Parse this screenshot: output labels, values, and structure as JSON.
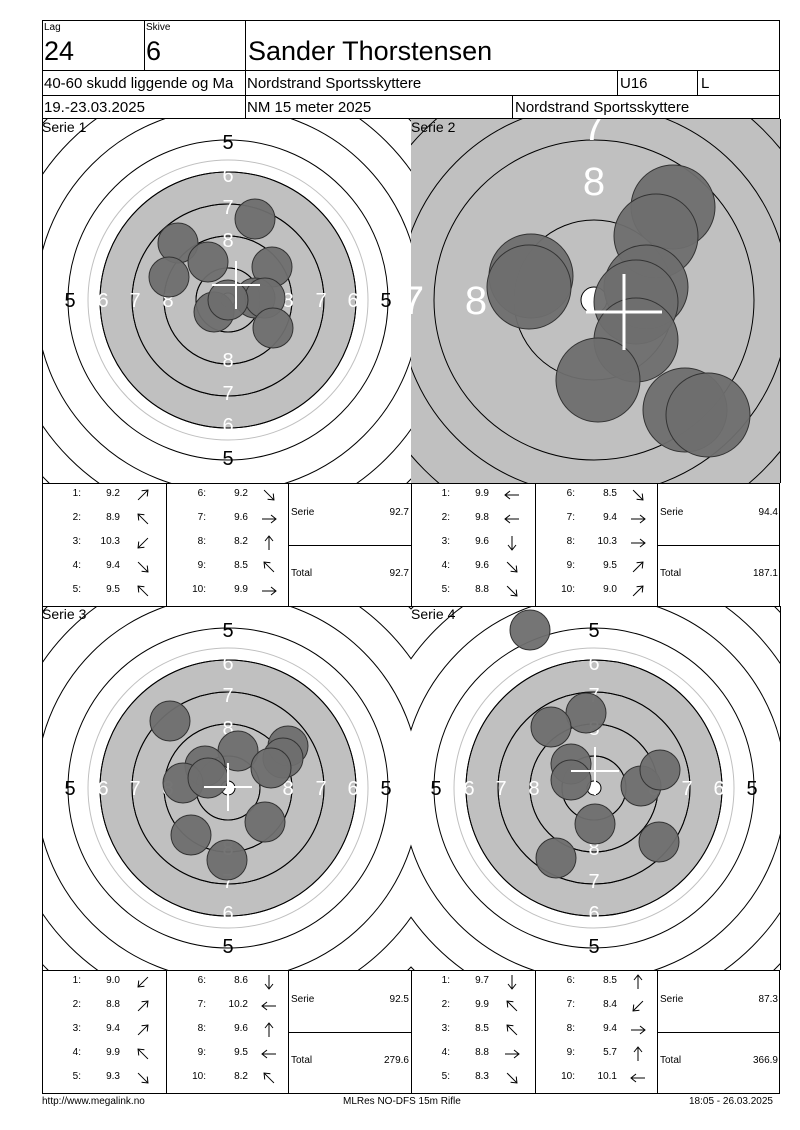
{
  "header": {
    "lag_label": "Lag",
    "lag_value": "24",
    "skive_label": "Skive",
    "skive_value": "6",
    "name": "Sander Thorstensen",
    "event": "40-60 skudd liggende og Ma",
    "club1": "Nordstrand Sportsskyttere",
    "class": "U16",
    "side": "L",
    "dates": "19.-23.03.2025",
    "competition": "NM 15 meter 2025",
    "club2": "Nordstrand Sportsskyttere"
  },
  "series": [
    {
      "label": "Serie 1",
      "zoom": "normal",
      "shots": [
        {
          "n": "1:",
          "v": "9.2",
          "dir": "NE"
        },
        {
          "n": "2:",
          "v": "8.9",
          "dir": "NW"
        },
        {
          "n": "3:",
          "v": "10.3",
          "dir": "SW"
        },
        {
          "n": "4:",
          "v": "9.4",
          "dir": "SE"
        },
        {
          "n": "5:",
          "v": "9.5",
          "dir": "NW"
        },
        {
          "n": "6:",
          "v": "9.2",
          "dir": "SE"
        },
        {
          "n": "7:",
          "v": "9.6",
          "dir": "E"
        },
        {
          "n": "8:",
          "v": "8.2",
          "dir": "N"
        },
        {
          "n": "9:",
          "v": "8.5",
          "dir": "NW"
        },
        {
          "n": "10:",
          "v": "9.9",
          "dir": "E"
        }
      ],
      "serie_label": "Serie",
      "serie_value": "92.7",
      "total_label": "Total",
      "total_value": "92.7"
    },
    {
      "label": "Serie 2",
      "zoom": "zoomed",
      "shots": [
        {
          "n": "1:",
          "v": "9.9",
          "dir": "W"
        },
        {
          "n": "2:",
          "v": "9.8",
          "dir": "W"
        },
        {
          "n": "3:",
          "v": "9.6",
          "dir": "S"
        },
        {
          "n": "4:",
          "v": "9.6",
          "dir": "SE"
        },
        {
          "n": "5:",
          "v": "8.8",
          "dir": "SE"
        },
        {
          "n": "6:",
          "v": "8.5",
          "dir": "SE"
        },
        {
          "n": "7:",
          "v": "9.4",
          "dir": "E"
        },
        {
          "n": "8:",
          "v": "10.3",
          "dir": "E"
        },
        {
          "n": "9:",
          "v": "9.5",
          "dir": "NE"
        },
        {
          "n": "10:",
          "v": "9.0",
          "dir": "NE"
        }
      ],
      "serie_label": "Serie",
      "serie_value": "94.4",
      "total_label": "Total",
      "total_value": "187.1"
    },
    {
      "label": "Serie 3",
      "zoom": "normal",
      "shots": [
        {
          "n": "1:",
          "v": "9.0",
          "dir": "SW"
        },
        {
          "n": "2:",
          "v": "8.8",
          "dir": "NE"
        },
        {
          "n": "3:",
          "v": "9.4",
          "dir": "NE"
        },
        {
          "n": "4:",
          "v": "9.9",
          "dir": "NW"
        },
        {
          "n": "5:",
          "v": "9.3",
          "dir": "SE"
        },
        {
          "n": "6:",
          "v": "8.6",
          "dir": "S"
        },
        {
          "n": "7:",
          "v": "10.2",
          "dir": "W"
        },
        {
          "n": "8:",
          "v": "9.6",
          "dir": "N"
        },
        {
          "n": "9:",
          "v": "9.5",
          "dir": "W"
        },
        {
          "n": "10:",
          "v": "8.2",
          "dir": "NW"
        }
      ],
      "serie_label": "Serie",
      "serie_value": "92.5",
      "total_label": "Total",
      "total_value": "279.6"
    },
    {
      "label": "Serie 4",
      "zoom": "normal",
      "shots": [
        {
          "n": "1:",
          "v": "9.7",
          "dir": "S"
        },
        {
          "n": "2:",
          "v": "9.9",
          "dir": "NW"
        },
        {
          "n": "3:",
          "v": "8.5",
          "dir": "NW"
        },
        {
          "n": "4:",
          "v": "8.8",
          "dir": "E"
        },
        {
          "n": "5:",
          "v": "8.3",
          "dir": "SE"
        },
        {
          "n": "6:",
          "v": "8.5",
          "dir": "N"
        },
        {
          "n": "7:",
          "v": "8.4",
          "dir": "SW"
        },
        {
          "n": "8:",
          "v": "9.4",
          "dir": "E"
        },
        {
          "n": "9:",
          "v": "5.7",
          "dir": "N"
        },
        {
          "n": "10:",
          "v": "10.1",
          "dir": "W"
        }
      ],
      "serie_label": "Serie",
      "serie_value": "87.3",
      "total_label": "Total",
      "total_value": "366.9"
    }
  ],
  "target_ring_numbers": [
    "5",
    "6",
    "7",
    "8"
  ],
  "colors": {
    "shot_fill": "#6e6e6e",
    "black_area": "#c0c0c0",
    "line": "#000000"
  },
  "footer": {
    "left": "http://www.megalink.no",
    "center": "MLRes NO-DFS 15m Rifle",
    "right": "18:05 - 26.03.2025"
  }
}
